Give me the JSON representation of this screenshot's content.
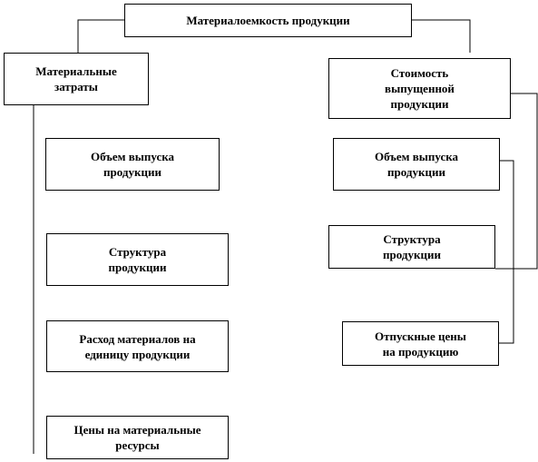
{
  "diagram": {
    "root": {
      "label": "Материалоемкость  продукции"
    },
    "left_branch": {
      "label": "Материальные\nзатраты",
      "factors": [
        {
          "label": "Объем  выпуска\nпродукции"
        },
        {
          "label": "Структура\nпродукции"
        },
        {
          "label": "Расход материалов на\nединицу продукции"
        },
        {
          "label": "Цены на материальные\nресурсы"
        }
      ]
    },
    "right_branch": {
      "label": "Стоимость\nвыпущенной\nпродукции",
      "factors": [
        {
          "label": "Объем  выпуска\nпродукции"
        },
        {
          "label": "Структура\nпродукции"
        },
        {
          "label": "Отпускные цены\nна продукцию"
        }
      ]
    }
  }
}
